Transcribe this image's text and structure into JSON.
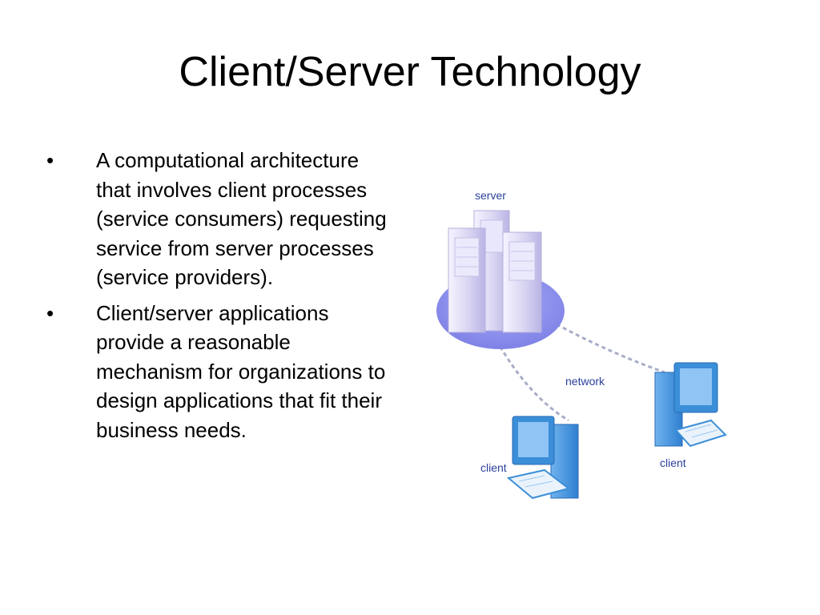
{
  "slide": {
    "title": "Client/Server Technology",
    "bullet_symbol": "•",
    "bullets": [
      "A computational architecture that involves client processes (service consumers) requesting service from server processes (service providers).",
      "Client/server applications provide a reasonable mechanism for organizations to design applications that fit their business needs."
    ]
  },
  "diagram": {
    "server_label": "server",
    "network_label": "network",
    "client_left_label": "client",
    "client_right_label": "client",
    "colors": {
      "server_base": "#8f92ee",
      "server_tower": "#ddd9f3",
      "network_line": "#a8adc8",
      "monitor": "#3b8ed8",
      "monitor_screen": "#8fc4f4",
      "label": "#2a3f9a"
    }
  }
}
